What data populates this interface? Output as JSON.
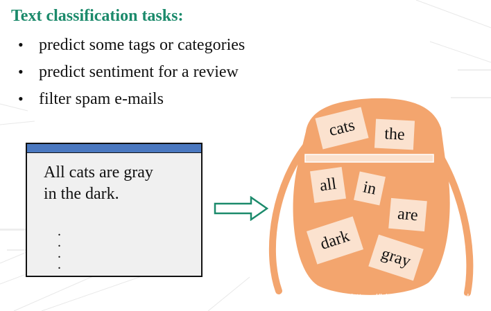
{
  "title": "Text classification tasks:",
  "bullets": [
    {
      "dot": "•",
      "text": "predict some tags or categories"
    },
    {
      "dot": "•",
      "text": "predict sentiment for a review"
    },
    {
      "dot": "•",
      "text": "filter spam e-mails"
    }
  ],
  "document": {
    "line1": "All cats are gray",
    "line2": "in the dark.",
    "dots": [
      ".",
      ".",
      ".",
      "."
    ]
  },
  "bag_words": [
    "cats",
    "the",
    "all",
    "in",
    "are",
    "dark",
    "gray"
  ],
  "watermark": "https://blog.csdn.net/tinymd",
  "colors": {
    "title": "#1b8a6b",
    "bag": "#f3a56e",
    "tag": "#fbe2cf",
    "arrow": "#1b8a6b",
    "titlebar": "#4a78c0"
  }
}
